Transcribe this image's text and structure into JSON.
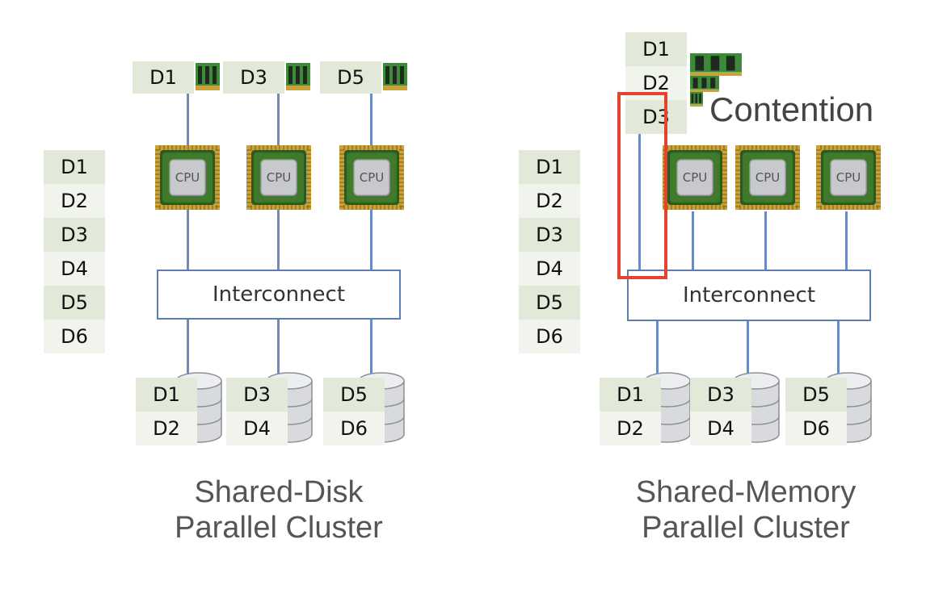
{
  "shared_disk": {
    "caption_line1": "Shared-Disk",
    "caption_line2": "Parallel Cluster",
    "interconnect": "Interconnect",
    "data_list": [
      "D1",
      "D2",
      "D3",
      "D4",
      "D5",
      "D6"
    ],
    "memory_labels": [
      "D1",
      "D3",
      "D5"
    ],
    "cpu_label": "CPU",
    "disks": [
      [
        "D1",
        "D2"
      ],
      [
        "D3",
        "D4"
      ],
      [
        "D5",
        "D6"
      ]
    ]
  },
  "shared_memory": {
    "caption_line1": "Shared-Memory",
    "caption_line2": "Parallel Cluster",
    "interconnect": "Interconnect",
    "data_list": [
      "D1",
      "D2",
      "D3",
      "D4",
      "D5",
      "D6"
    ],
    "memory_labels": [
      "D1",
      "D2",
      "D3"
    ],
    "cpu_label": "CPU",
    "contention": "Contention",
    "disks": [
      [
        "D1",
        "D2"
      ],
      [
        "D3",
        "D4"
      ],
      [
        "D5",
        "D6"
      ]
    ]
  },
  "colors": {
    "line": "#6a8cc0",
    "highlight": "#e34430",
    "cell_dark": "#e3e9d8",
    "cell_light": "#f1f4ec"
  },
  "icons": [
    "cpu-chip-icon",
    "ram-module-icon",
    "disk-cylinder-icon"
  ]
}
